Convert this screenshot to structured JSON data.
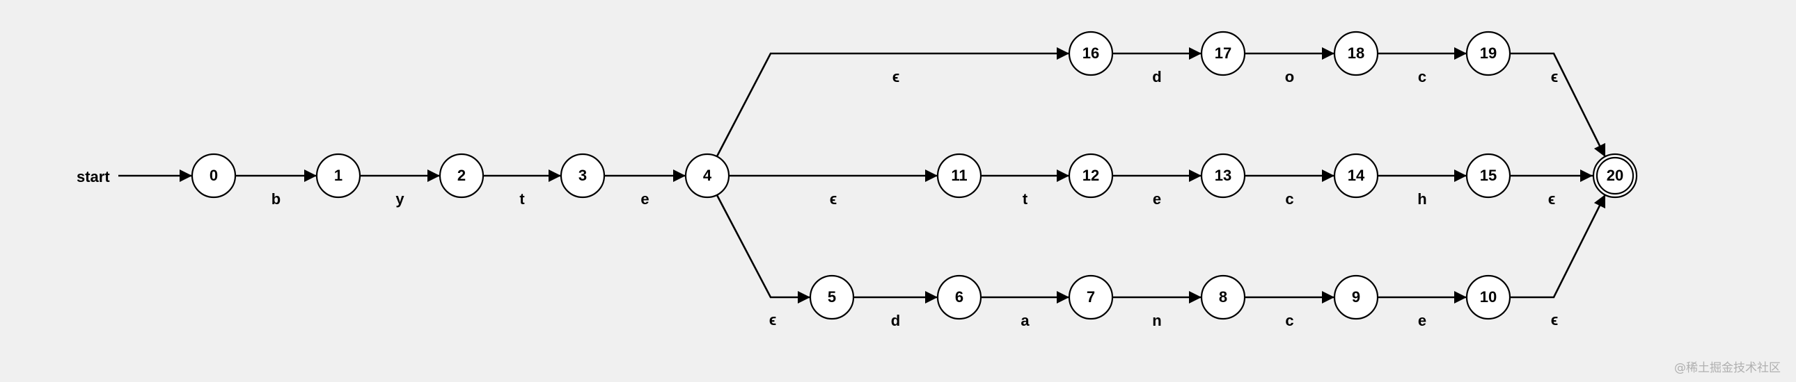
{
  "diagram": {
    "start_label": "start",
    "states": [
      {
        "id": "0",
        "accepting": false
      },
      {
        "id": "1",
        "accepting": false
      },
      {
        "id": "2",
        "accepting": false
      },
      {
        "id": "3",
        "accepting": false
      },
      {
        "id": "4",
        "accepting": false
      },
      {
        "id": "5",
        "accepting": false
      },
      {
        "id": "6",
        "accepting": false
      },
      {
        "id": "7",
        "accepting": false
      },
      {
        "id": "8",
        "accepting": false
      },
      {
        "id": "9",
        "accepting": false
      },
      {
        "id": "10",
        "accepting": false
      },
      {
        "id": "11",
        "accepting": false
      },
      {
        "id": "12",
        "accepting": false
      },
      {
        "id": "13",
        "accepting": false
      },
      {
        "id": "14",
        "accepting": false
      },
      {
        "id": "15",
        "accepting": false
      },
      {
        "id": "16",
        "accepting": false
      },
      {
        "id": "17",
        "accepting": false
      },
      {
        "id": "18",
        "accepting": false
      },
      {
        "id": "19",
        "accepting": false
      },
      {
        "id": "20",
        "accepting": true
      }
    ],
    "transitions": [
      {
        "from": "start",
        "to": "0",
        "label": ""
      },
      {
        "from": "0",
        "to": "1",
        "label": "b"
      },
      {
        "from": "1",
        "to": "2",
        "label": "y"
      },
      {
        "from": "2",
        "to": "3",
        "label": "t"
      },
      {
        "from": "3",
        "to": "4",
        "label": "e"
      },
      {
        "from": "4",
        "to": "16",
        "label": "ϵ"
      },
      {
        "from": "16",
        "to": "17",
        "label": "d"
      },
      {
        "from": "17",
        "to": "18",
        "label": "o"
      },
      {
        "from": "18",
        "to": "19",
        "label": "c"
      },
      {
        "from": "19",
        "to": "20",
        "label": "ϵ"
      },
      {
        "from": "4",
        "to": "11",
        "label": "ϵ"
      },
      {
        "from": "11",
        "to": "12",
        "label": "t"
      },
      {
        "from": "12",
        "to": "13",
        "label": "e"
      },
      {
        "from": "13",
        "to": "14",
        "label": "c"
      },
      {
        "from": "14",
        "to": "15",
        "label": "h"
      },
      {
        "from": "15",
        "to": "20",
        "label": "ϵ"
      },
      {
        "from": "4",
        "to": "5",
        "label": "ϵ"
      },
      {
        "from": "5",
        "to": "6",
        "label": "d"
      },
      {
        "from": "6",
        "to": "7",
        "label": "a"
      },
      {
        "from": "7",
        "to": "8",
        "label": "n"
      },
      {
        "from": "8",
        "to": "9",
        "label": "c"
      },
      {
        "from": "9",
        "to": "10",
        "label": "e"
      },
      {
        "from": "10",
        "to": "20",
        "label": "ϵ"
      }
    ]
  },
  "watermark": "@稀土掘金技术社区"
}
